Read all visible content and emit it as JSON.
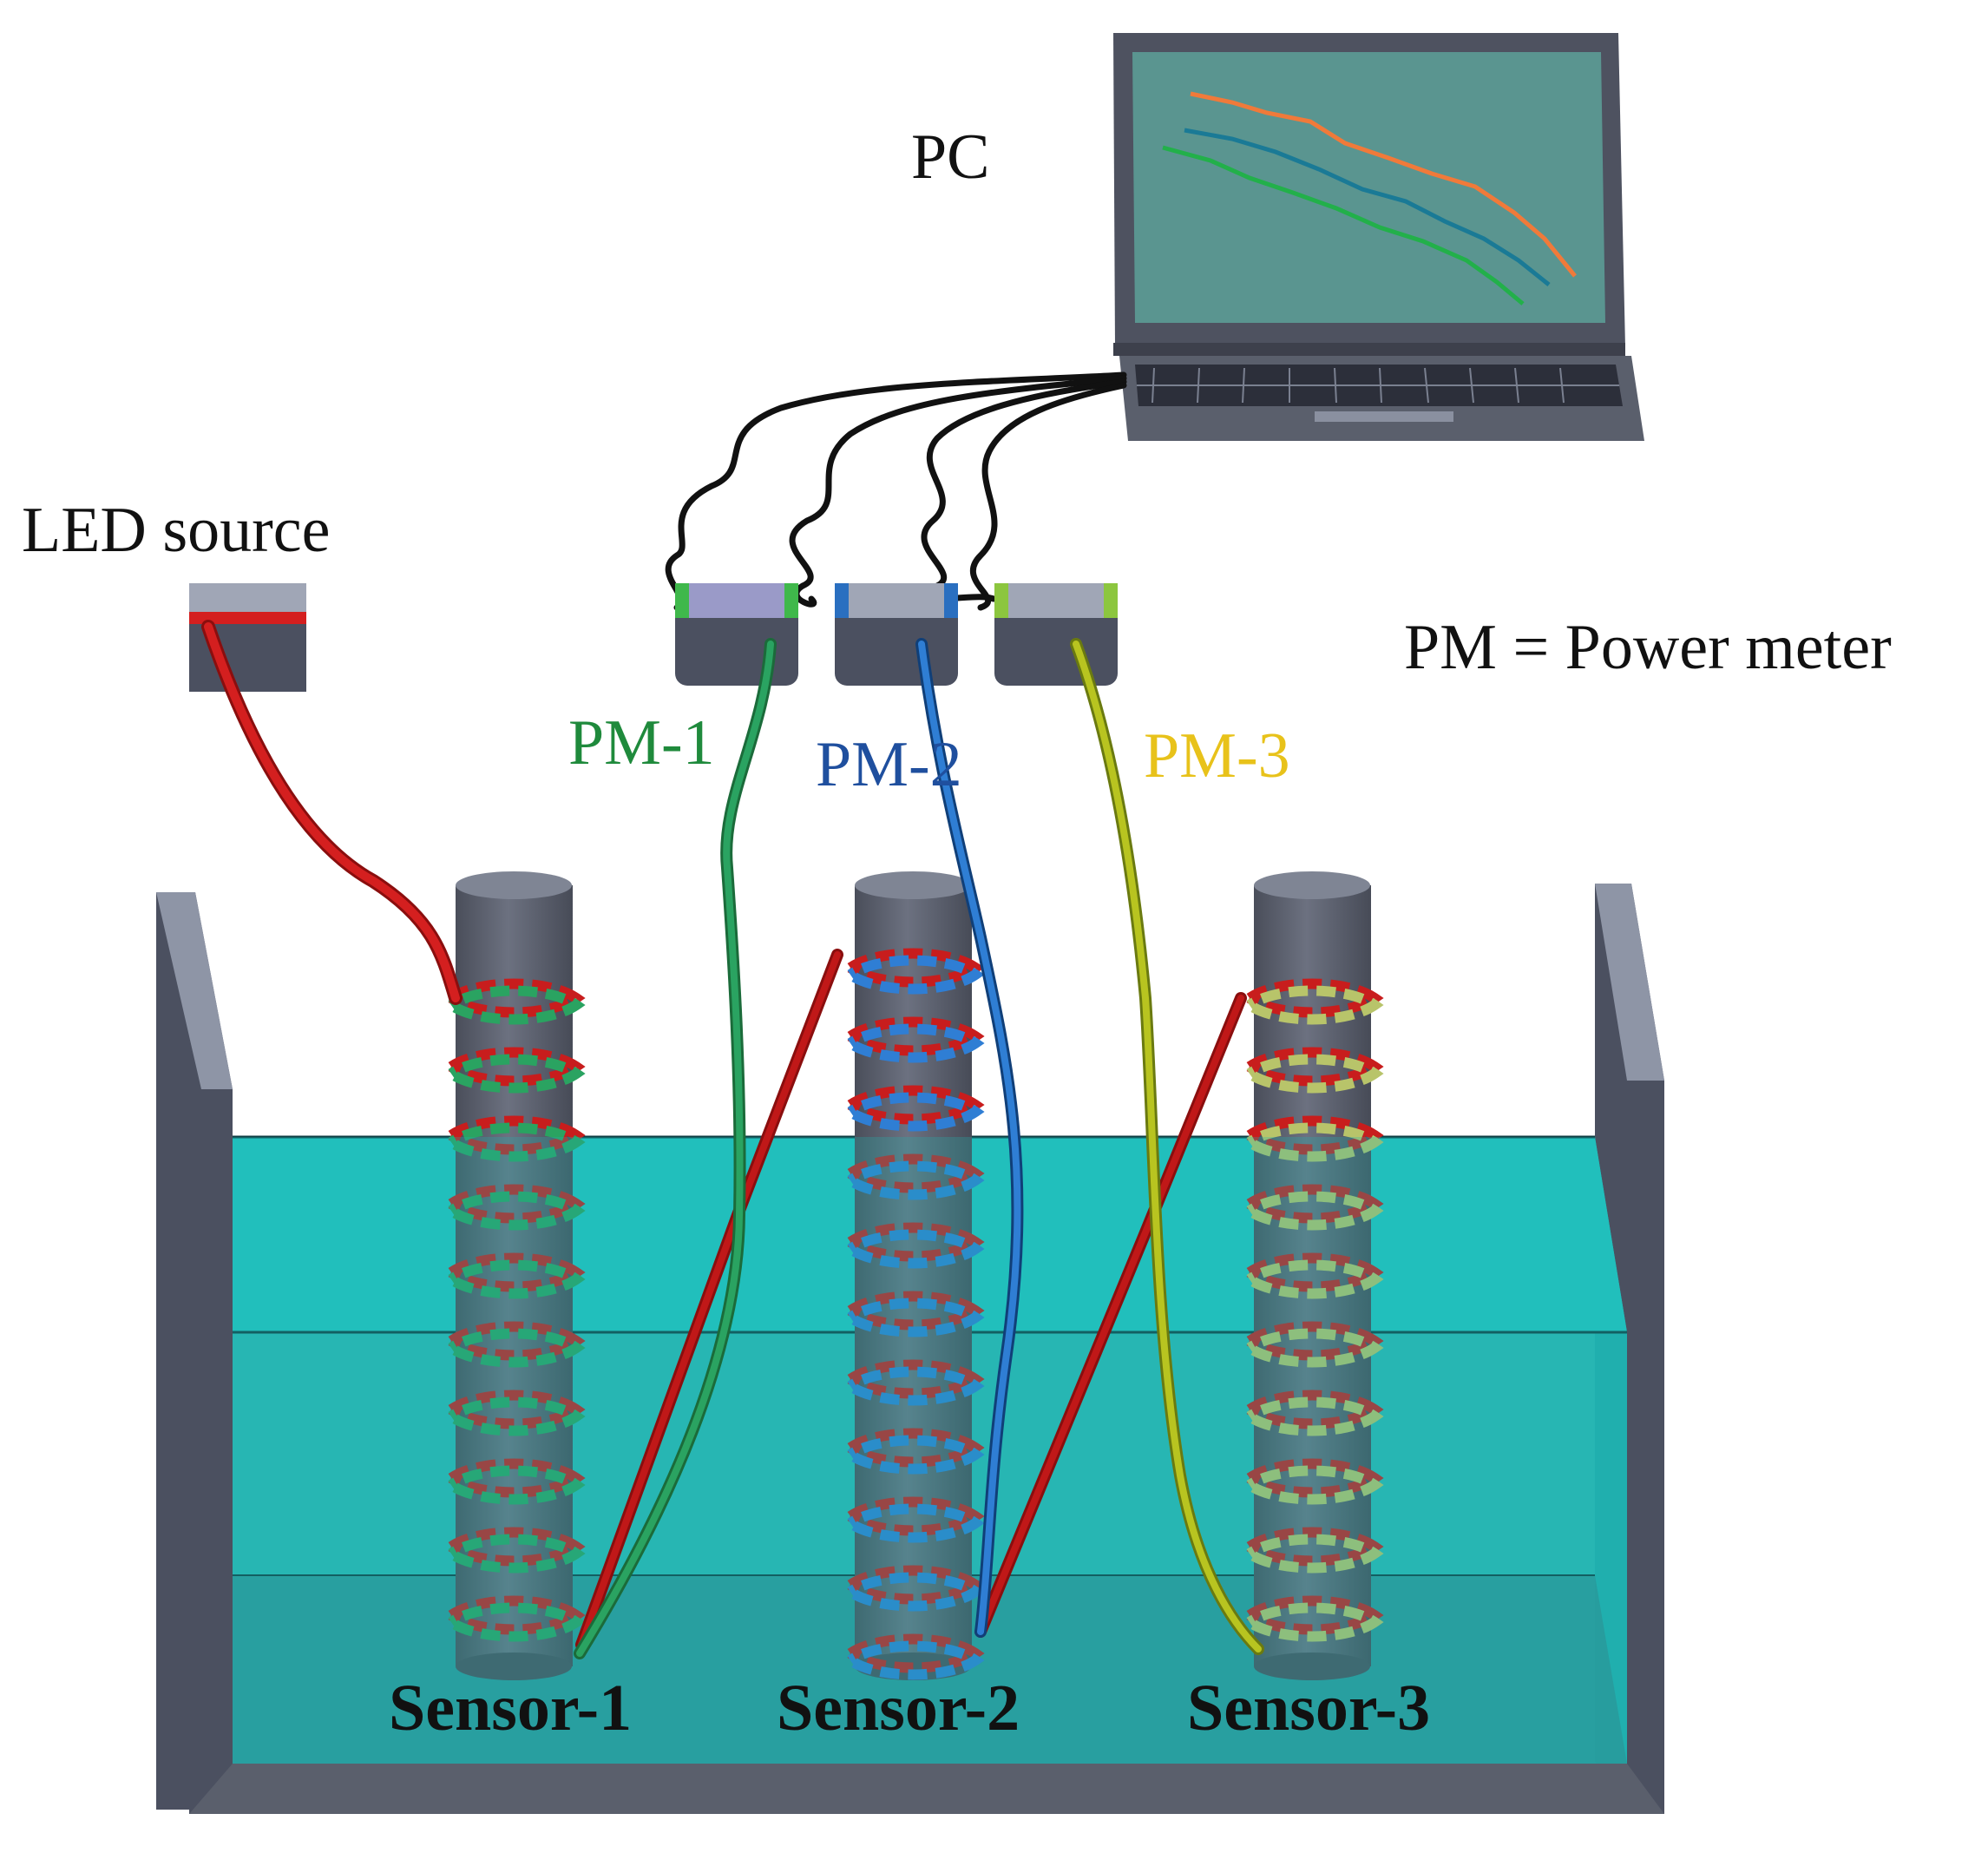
{
  "labels": {
    "pc": "PC",
    "led_source": "LED source",
    "pm_legend": "PM = Power meter",
    "pm1": "PM-1",
    "pm2": "PM-2",
    "pm3": "PM-3",
    "sensor1": "Sensor-1",
    "sensor2": "Sensor-2",
    "sensor3": "Sensor-3"
  },
  "colors": {
    "pm1": "#1f8a3c",
    "pm2": "#1f4f9e",
    "pm3": "#e8c21a",
    "led_fiber": "#d41f1f",
    "water": "#19b6b4",
    "tank": "#4b5060",
    "rod": "#5a5f6c"
  }
}
